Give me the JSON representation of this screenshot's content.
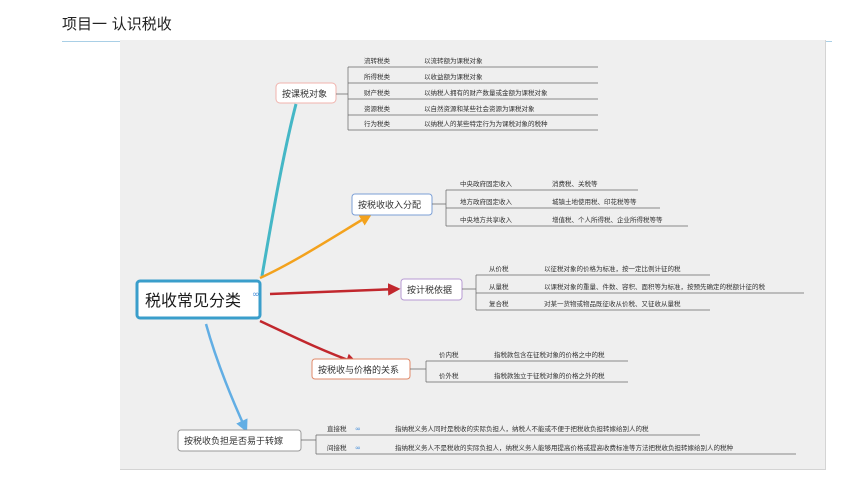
{
  "header": {
    "title": "项目一 认识税收"
  },
  "mindmap": {
    "root": "税收常见分类",
    "branches": [
      {
        "label": "按课税对象",
        "items": [
          {
            "name": "流转税类",
            "desc": "以流转额为课税对象"
          },
          {
            "name": "所得税类",
            "desc": "以收益额为课税对象"
          },
          {
            "name": "财产税类",
            "desc": "以纳税人拥有的财产数量或金额为课税对象"
          },
          {
            "name": "资源税类",
            "desc": "以自然资源和某些社会资源为课税对象"
          },
          {
            "name": "行为税类",
            "desc": "以纳税人的某些特定行为为课税对象的税种"
          }
        ]
      },
      {
        "label": "按税收收入分配",
        "items": [
          {
            "name": "中央政府固定收入",
            "desc": "消费税、关税等"
          },
          {
            "name": "地方政府固定收入",
            "desc": "城镇土地使用税、印花税等等"
          },
          {
            "name": "中央地方共享收入",
            "desc": "增值税、个人所得税、企业所得税等等"
          }
        ]
      },
      {
        "label": "按计税依据",
        "items": [
          {
            "name": "从价税",
            "desc": "以征税对象的价格为标准，按一定比例计征的税"
          },
          {
            "name": "从量税",
            "desc": "以课税对象的重量、件数、容积、面积等为标准，按预先确定的税额计征的税"
          },
          {
            "name": "复合税",
            "desc": "对某一货物或物品既征收从价税、又征收从量税"
          }
        ]
      },
      {
        "label": "按税收与价格的关系",
        "items": [
          {
            "name": "价内税",
            "desc": "指税款包含在征税对象的价格之中的税"
          },
          {
            "name": "价外税",
            "desc": "指税款独立于征税对象的价格之外的税"
          }
        ]
      },
      {
        "label": "按税收负担是否易于转嫁",
        "items": [
          {
            "name": "直接税",
            "desc": "指纳税义务人同时是税收的实际负担人，纳税人不能或不便于把税收负担转嫁给别人的税"
          },
          {
            "name": "间接税",
            "desc": "指纳税义务人不是税收的实际负担人，纳税义务人能够用提高价格或提高收费标准等方法把税收负担转嫁给别人的税种"
          }
        ]
      }
    ]
  },
  "colors": {
    "b0": "#45b7c6",
    "b1": "#f3a21d",
    "b2": "#c1272d",
    "b3": "#c1272d",
    "b4": "#62aee4",
    "root": "#3a9ecb"
  }
}
